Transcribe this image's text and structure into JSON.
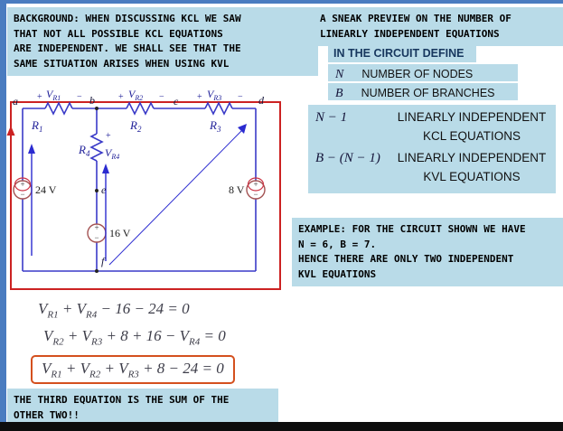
{
  "background_box": {
    "lines": [
      "BACKGROUND: WHEN DISCUSSING KCL WE SAW",
      "THAT NOT ALL POSSIBLE KCL EQUATIONS",
      "ARE INDEPENDENT. WE SHALL SEE THAT THE",
      "SAME SITUATION ARISES WHEN USING KVL"
    ]
  },
  "preview": {
    "title_lines": [
      "A SNEAK PREVIEW ON THE NUMBER OF",
      "LINEARLY INDEPENDENT EQUATIONS"
    ],
    "define_heading": "IN THE CIRCUIT DEFINE",
    "definitions": [
      {
        "symbol": "N",
        "label": "NUMBER OF NODES"
      },
      {
        "symbol": "B",
        "label": "NUMBER OF BRANCHES"
      }
    ],
    "counts": [
      {
        "formula": "N − 1",
        "line1": "LINEARLY INDEPENDENT",
        "line2": "KCL EQUATIONS"
      },
      {
        "formula": "B − (N − 1)",
        "line1": "LINEARLY INDEPENDENT",
        "line2": "KVL EQUATIONS"
      }
    ]
  },
  "example_box": {
    "lines": [
      "EXAMPLE: FOR THE CIRCUIT SHOWN WE HAVE",
      "N = 6, B = 7.",
      "HENCE THERE ARE ONLY TWO INDEPENDENT",
      "KVL EQUATIONS"
    ]
  },
  "circuit": {
    "nodes": [
      "a",
      "b",
      "c",
      "d",
      "e",
      "f"
    ],
    "v": "V",
    "v_subs": [
      "R1",
      "R2",
      "R3",
      "R4"
    ],
    "r": "R",
    "r_subs": [
      "1",
      "2",
      "3",
      "4"
    ],
    "sources": [
      "24 V",
      "16 V",
      "8 V"
    ],
    "plus": "+",
    "minus": "−"
  },
  "equations": [
    {
      "boxed": false,
      "terms": [
        {
          "t": "V",
          "s": "R1"
        },
        {
          "t": " + V",
          "s": "R4"
        },
        {
          "t": " − 16 − 24 = 0"
        }
      ]
    },
    {
      "boxed": false,
      "terms": [
        {
          "t": "V",
          "s": "R2"
        },
        {
          "t": " + V",
          "s": "R3"
        },
        {
          "t": " + 8 + 16 − V",
          "s": "R4"
        },
        {
          "t": " = 0"
        }
      ]
    },
    {
      "boxed": true,
      "terms": [
        {
          "t": "V",
          "s": "R1"
        },
        {
          "t": " + V",
          "s": "R2"
        },
        {
          "t": " + V",
          "s": "R3"
        },
        {
          "t": " + 8 − 24 = 0"
        }
      ]
    }
  ],
  "footer_box": {
    "lines": [
      "THE THIRD EQUATION IS THE SUM OF THE",
      "OTHER TWO!!"
    ]
  }
}
